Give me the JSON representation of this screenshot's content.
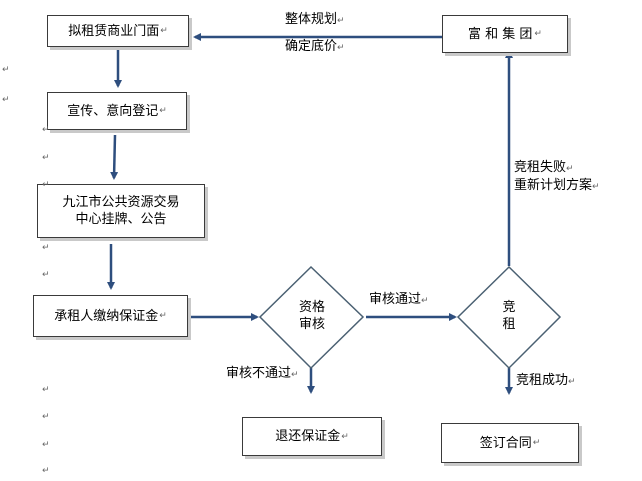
{
  "return_mark": "↵",
  "nodes": {
    "rent_plan": "拟租赁商业门面",
    "publicity": "宣传、意向登记",
    "listing_line1": "九江市公共资源交易",
    "listing_line2": "中心挂牌、公告",
    "deposit": "承租人缴纳保证金",
    "qual_line1": "资格",
    "qual_line2": "审核",
    "bid_line1": "竞",
    "bid_line2": "租",
    "refund": "退还保证金",
    "contract": "签订合同",
    "group": "富 和 集 团"
  },
  "labels": {
    "plan_line1": "整体规划",
    "plan_line2": "确定底价",
    "fail_line1": "竞租失败",
    "fail_line2": "重新计划方案",
    "pass": "审核通过",
    "not_pass": "审核不通过",
    "success": "竞租成功"
  },
  "colors": {
    "arrow": "#2e4e7e",
    "box_border": "#3a3a3a",
    "diamond_border": "#4a6072"
  }
}
